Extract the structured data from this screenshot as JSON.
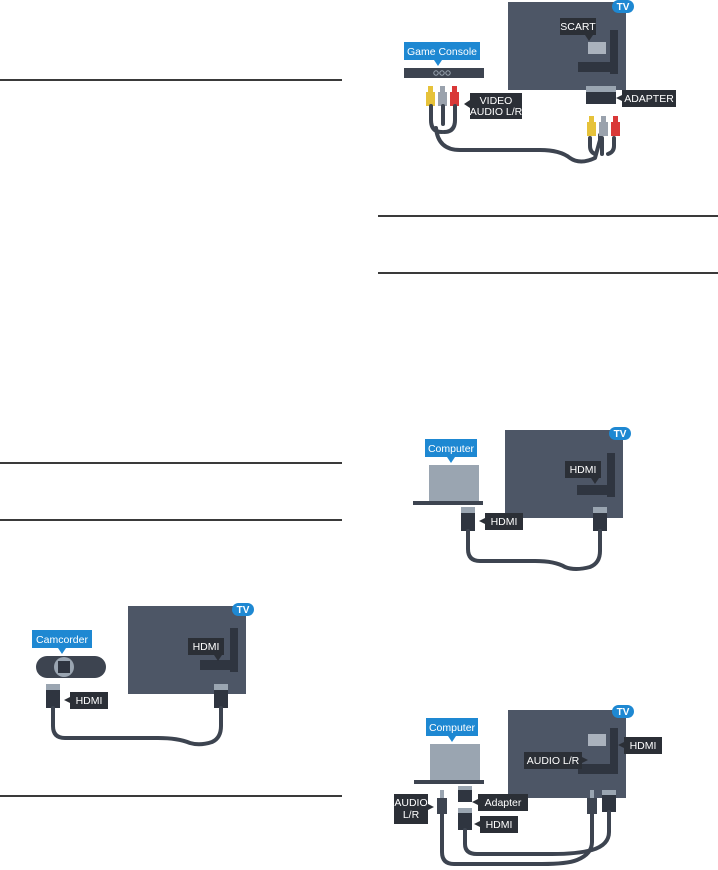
{
  "diagrams": {
    "game_console": {
      "source_label": "Game Console",
      "tv_badge": "TV",
      "scart_label": "SCART",
      "adapter_label": "ADAPTER",
      "video_label": "VIDEO",
      "audio_label": "AUDIO  L/R"
    },
    "camcorder": {
      "source_label": "Camcorder",
      "tv_badge": "TV",
      "tv_port_label": "HDMI",
      "cable_label": "HDMI"
    },
    "computer_hdmi": {
      "source_label": "Computer",
      "tv_badge": "TV",
      "tv_port_label": "HDMI",
      "cable_label": "HDMI"
    },
    "computer_adapter": {
      "source_label": "Computer",
      "tv_badge": "TV",
      "tv_port_label": "HDMI",
      "tv_audio_label": "AUDIO L/R",
      "audio_label_line1": "AUDIO",
      "audio_label_line2": "L/R",
      "adapter_label": "Adapter",
      "cable_label": "HDMI"
    }
  },
  "colors": {
    "tv_body": "#4d5666",
    "label_bg": "#2b2f36",
    "accent_blue": "#1e88d2",
    "cable": "#3d4450",
    "rca_yellow": "#e6c23a",
    "rca_white": "#9aa2ad",
    "rca_red": "#d93838",
    "device_light": "#9aa5b1"
  }
}
